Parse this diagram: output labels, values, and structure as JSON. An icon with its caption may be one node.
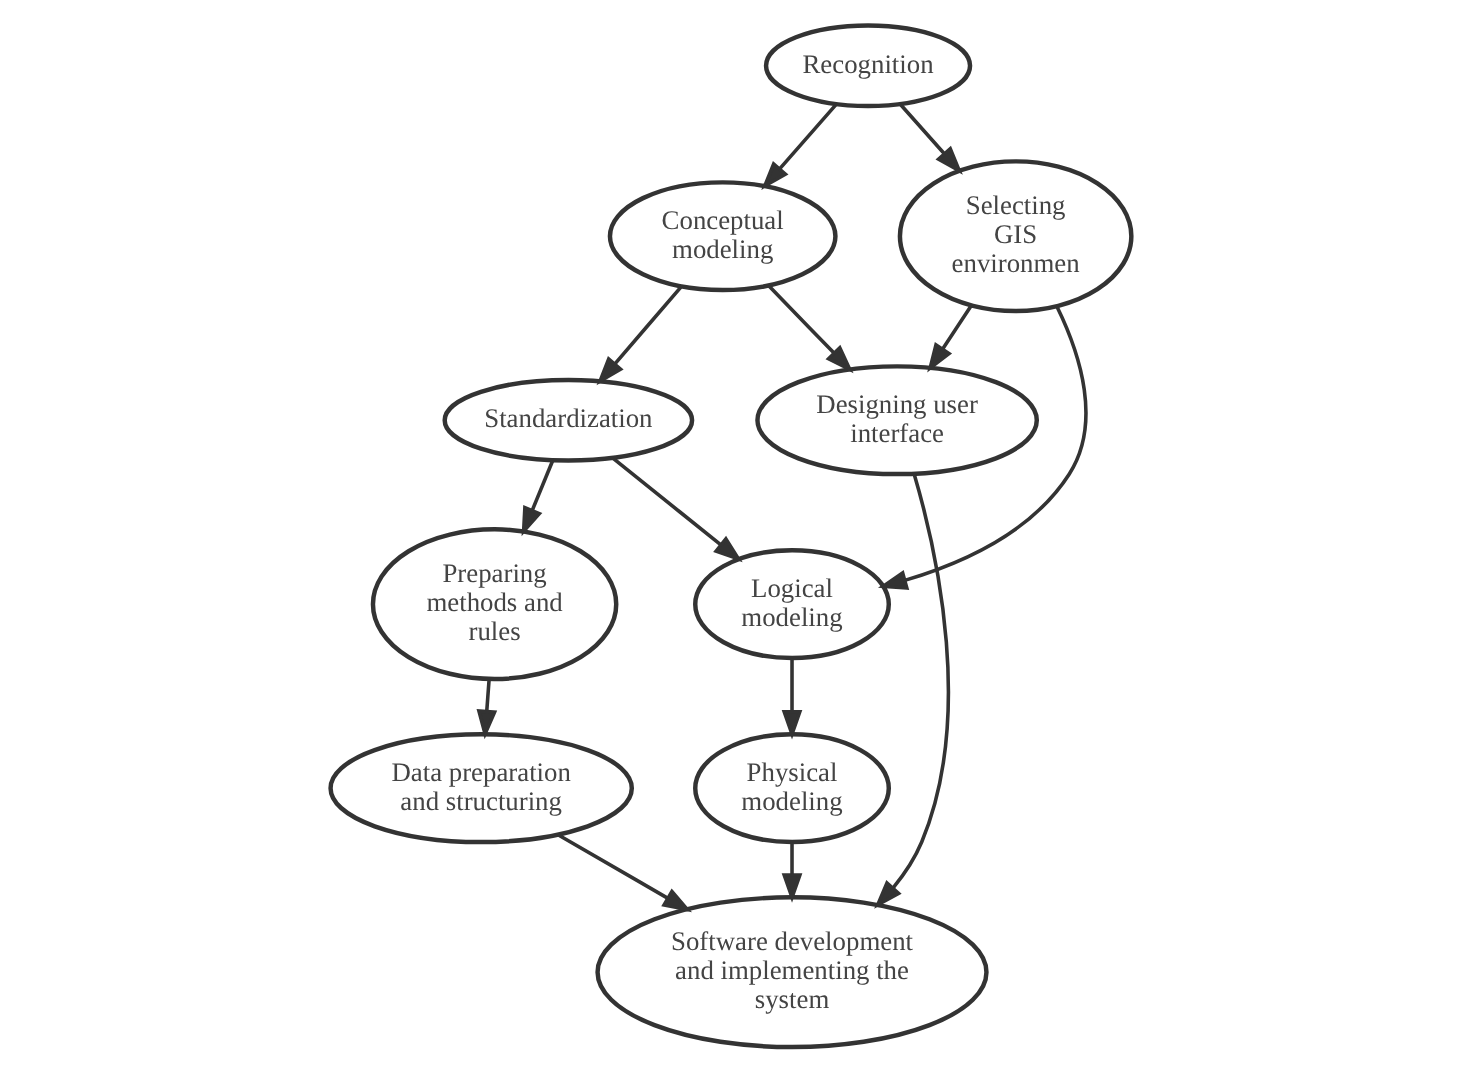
{
  "diagram": {
    "nodes": [
      {
        "text": [
          "Conceptual modeling"
        ]
      },
      {
        "text": [
          "Preparing methods and rules"
        ]
      },
      {
        "text": [
          "Recognition"
        ]
      },
      {
        "text": [
          "Standardization"
        ]
      },
      {
        "text": [
          "Selecting GIS environmen"
        ]
      },
      {
        "text": [
          "Logical modeling"
        ]
      },
      {
        "text": [
          "Data preparation and structuring"
        ]
      },
      {
        "text": [
          "Designing user interface"
        ]
      },
      {
        "text": [
          "Physical modeling"
        ]
      },
      {
        "text": [
          "Software development and implementing the system"
        ]
      }
    ],
    "edges": [
      {
        "from": 2,
        "to": 0,
        "arrow": "to"
      },
      {
        "from": 2,
        "to": 4,
        "arrow": "to"
      },
      {
        "from": 0,
        "to": 3,
        "arrow": "to"
      },
      {
        "from": 0,
        "to": 7,
        "arrow": "to"
      },
      {
        "from": 3,
        "to": 1,
        "arrow": "to"
      },
      {
        "from": 3,
        "to": 5,
        "arrow": "to"
      },
      {
        "from": 4,
        "to": 5,
        "arrow": "to"
      },
      {
        "from": 4,
        "to": 7,
        "arrow": "to"
      },
      {
        "from": 5,
        "to": 8,
        "arrow": "to"
      },
      {
        "from": 1,
        "to": 6,
        "arrow": "to"
      },
      {
        "from": 6,
        "to": 9,
        "arrow": "to"
      },
      {
        "from": 8,
        "to": 9,
        "arrow": "to"
      },
      {
        "from": 7,
        "to": 9,
        "arrow": "to"
      }
    ]
  }
}
